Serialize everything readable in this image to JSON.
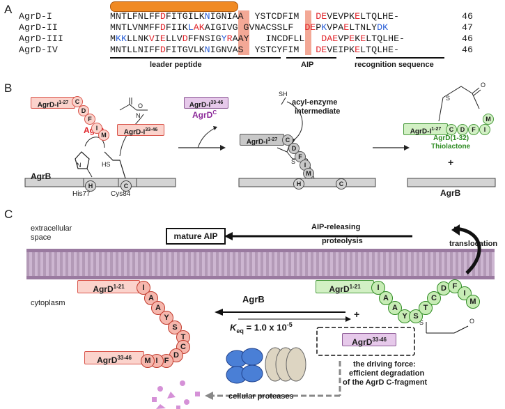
{
  "panels": {
    "a": "A",
    "b": "B",
    "c": "C"
  },
  "alignment": {
    "rows": [
      {
        "name": "AgrD-I",
        "segments": [
          [
            "MNTLFNLFF",
            ""
          ],
          [
            "D",
            "r"
          ],
          [
            "FITGILK",
            ""
          ],
          [
            "N",
            "b"
          ],
          [
            "IGNIAA  YSTCDFIM   ",
            ""
          ],
          [
            "DE",
            "r"
          ],
          [
            "VEVPK",
            ""
          ],
          [
            "E",
            "r"
          ],
          [
            "LTQLHE",
            ""
          ],
          [
            "-",
            ""
          ]
        ],
        "length": "46"
      },
      {
        "name": "AgrD-II",
        "segments": [
          [
            "MNTLVNMFF",
            ""
          ],
          [
            "D",
            "r"
          ],
          [
            "FIIK",
            ""
          ],
          [
            "L",
            "b"
          ],
          [
            "AK",
            "r"
          ],
          [
            "AIGIVG GVNACSSLF  ",
            ""
          ],
          [
            "DE",
            "r"
          ],
          [
            "P",
            ""
          ],
          [
            "K",
            "b"
          ],
          [
            "VPA",
            ""
          ],
          [
            "E",
            "r"
          ],
          [
            "LTNLY",
            ""
          ],
          [
            "DK",
            "b"
          ]
        ],
        "length": "47"
      },
      {
        "name": "AgrD-III",
        "segments": [
          [
            "M",
            ""
          ],
          [
            "KK",
            "b"
          ],
          [
            "LLNK",
            ""
          ],
          [
            "V",
            "r"
          ],
          [
            "I",
            ""
          ],
          [
            "E",
            "r"
          ],
          [
            "LLV",
            ""
          ],
          [
            "D",
            "r"
          ],
          [
            "FFNSIG",
            ""
          ],
          [
            "Y",
            "b"
          ],
          [
            "R",
            "r"
          ],
          [
            "AAY   INCDFLL   ",
            ""
          ],
          [
            "DAE",
            "r"
          ],
          [
            "VP",
            ""
          ],
          [
            "E",
            "r"
          ],
          [
            "K",
            ""
          ],
          [
            "E",
            "r"
          ],
          [
            "LTQLHE-",
            ""
          ]
        ],
        "length": "46"
      },
      {
        "name": "AgrD-IV",
        "segments": [
          [
            "MNTLLNIFF",
            ""
          ],
          [
            "D",
            "r"
          ],
          [
            "FITGVLK",
            ""
          ],
          [
            "N",
            "b"
          ],
          [
            "IGNVAS  YSTCYFIM   ",
            ""
          ],
          [
            "DE",
            "r"
          ],
          [
            "VEIPK",
            ""
          ],
          [
            "E",
            "r"
          ],
          [
            "LTQLHE-",
            ""
          ]
        ],
        "length": "46"
      }
    ],
    "section_labels": {
      "leader": "leader peptide",
      "aip": "AIP",
      "recognition": "recognition sequence"
    }
  },
  "panel_b": {
    "agrd_label": "AgrD",
    "agrb_label": "AgrB",
    "agrd_frag_1_27": "AgrD-I",
    "sup_1_27": "1-27",
    "agrd_frag_33_46": "AgrD-I",
    "sup_33_46": "33-46",
    "agrdc_label": "AgrD",
    "agrdc_sup": "C",
    "acyl_label_1": "acyl-enzyme",
    "acyl_label_2": "intermediate",
    "his_label": "His77",
    "cys_label": "Cys84",
    "thiolactone_label_1": "AgrD(1-32)",
    "thiolactone_label_2": "Thiolactone",
    "plus": "+",
    "agrb_product_label": "AgrB",
    "residues_red": [
      "C",
      "D",
      "F",
      "I",
      "M"
    ],
    "residues_grey": [
      "C",
      "D",
      "F",
      "I",
      "M"
    ],
    "residues_green": [
      "C",
      "D",
      "F",
      "I",
      "M"
    ],
    "h": "H",
    "c": "C",
    "sh": "SH",
    "hs": "HS",
    "s": "S",
    "o": "O",
    "n": "N",
    "h2": "H"
  },
  "panel_c": {
    "extracellular_1": "extracellular",
    "extracellular_2": "space",
    "cytoplasm": "cytoplasm",
    "mature_aip": "mature AIP",
    "aip_release_1": "AIP-releasing",
    "aip_release_2": "proteolysis",
    "translocation": "translocation",
    "agrb": "AgrB",
    "keq": "K",
    "keq_sub": "eq",
    "keq_val": " = 1.0 x 10",
    "keq_exp": "-5",
    "plus": "+",
    "red_frag_1_21": "AgrD",
    "sup_1_21": "1-21",
    "red_frag_33_46": "AgrD",
    "sup_33_46": "33-46",
    "green_frag_1_21": "AgrD",
    "violet_frag": "AgrD",
    "driving_1": "the driving force:",
    "driving_2": "efficient degradation",
    "driving_3": "of the AgrD C-fragment",
    "proteases": "cellular proteases",
    "red_chain": [
      "I",
      "A",
      "A",
      "Y",
      "S",
      "T",
      "C",
      "D",
      "F",
      "I",
      "M"
    ],
    "green_chain": [
      "I",
      "A",
      "A",
      "Y",
      "S",
      "T",
      "C",
      "D",
      "F",
      "I",
      "M"
    ],
    "s": "S",
    "o": "O"
  },
  "colors": {
    "red": "#e0242a",
    "blue": "#2a5fd6",
    "green": "#2e8b22",
    "highlight": "#f3a896",
    "orange": "#f08a24"
  }
}
